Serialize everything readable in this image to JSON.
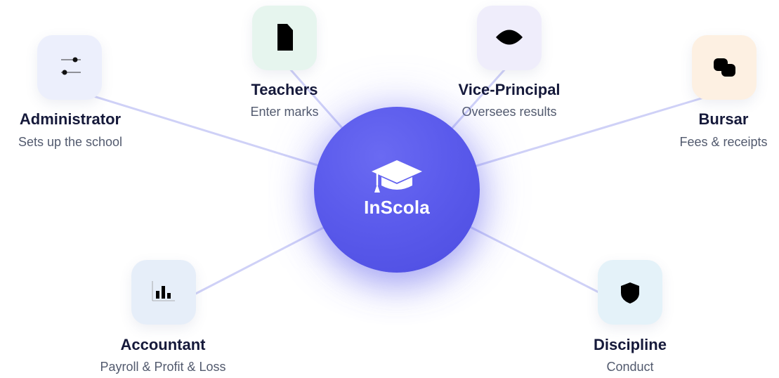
{
  "hub": {
    "label": "InScola",
    "icon": "graduation-cap-icon"
  },
  "roles": [
    {
      "id": "administrator",
      "title": "Administrator",
      "subtitle": "Sets up the school",
      "icon": "sliders-icon",
      "tile_color": "#eceffc"
    },
    {
      "id": "teachers",
      "title": "Teachers",
      "subtitle": "Enter marks",
      "icon": "document-icon",
      "tile_color": "#e6f5ee"
    },
    {
      "id": "vice-principal",
      "title": "Vice-Principal",
      "subtitle": "Oversees results",
      "icon": "eye-icon",
      "tile_color": "#efedfb"
    },
    {
      "id": "bursar",
      "title": "Bursar",
      "subtitle": "Fees & receipts",
      "icon": "coins-icon",
      "tile_color": "#fdf0e2"
    },
    {
      "id": "accountant",
      "title": "Accountant",
      "subtitle": "Payroll & Profit & Loss",
      "icon": "bar-chart-icon",
      "tile_color": "#e6eef9"
    },
    {
      "id": "discipline",
      "title": "Discipline",
      "subtitle": "Conduct",
      "icon": "shield-icon",
      "tile_color": "#e4f2f9"
    }
  ],
  "colors": {
    "hub": "#5b5bec",
    "connector": "#cfd1f7",
    "title": "#15193a",
    "subtitle": "#525a6e"
  }
}
